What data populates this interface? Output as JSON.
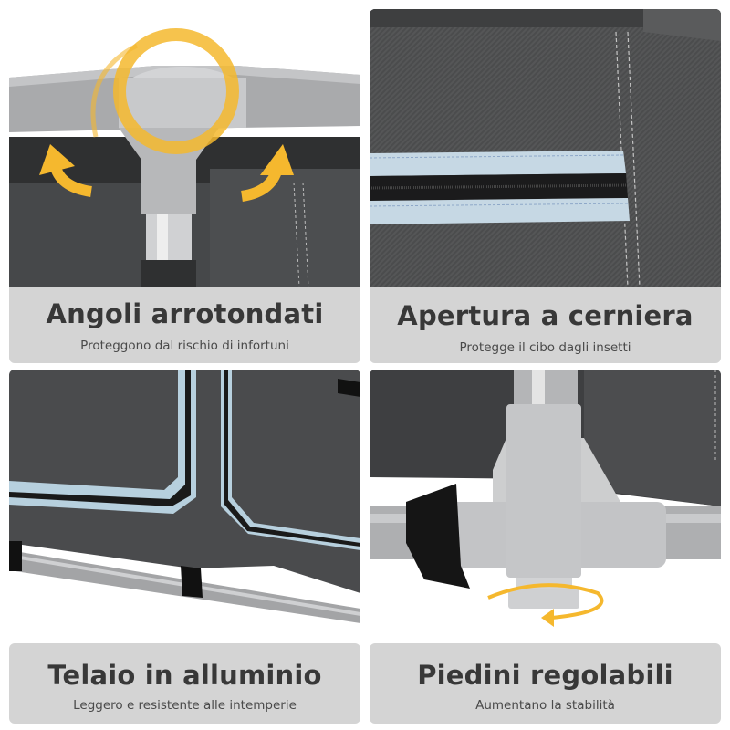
{
  "features": [
    {
      "title": "Angoli arrotondati",
      "subtitle": "Proteggono dal rischio di infortuni",
      "image": "rounded-corner-joint-photo"
    },
    {
      "title": "Apertura a cerniera",
      "subtitle": "Protegge il cibo dagli insetti",
      "image": "zipper-closure-photo"
    },
    {
      "title": "Telaio in alluminio",
      "subtitle": "Leggero e resistente alle intemperie",
      "image": "aluminium-frame-photo"
    },
    {
      "title": "Piedini regolabili",
      "subtitle": "Aumentano la stabilità",
      "image": "adjustable-foot-photo"
    }
  ],
  "colors": {
    "caption_bg": "#d4d4d4",
    "caption_text": "#383838",
    "fabric": "#4a4b4c",
    "accent_arrow": "#f5b82e",
    "zipper_tape": "#c6d8e4",
    "metal": "#b8b9bb"
  }
}
